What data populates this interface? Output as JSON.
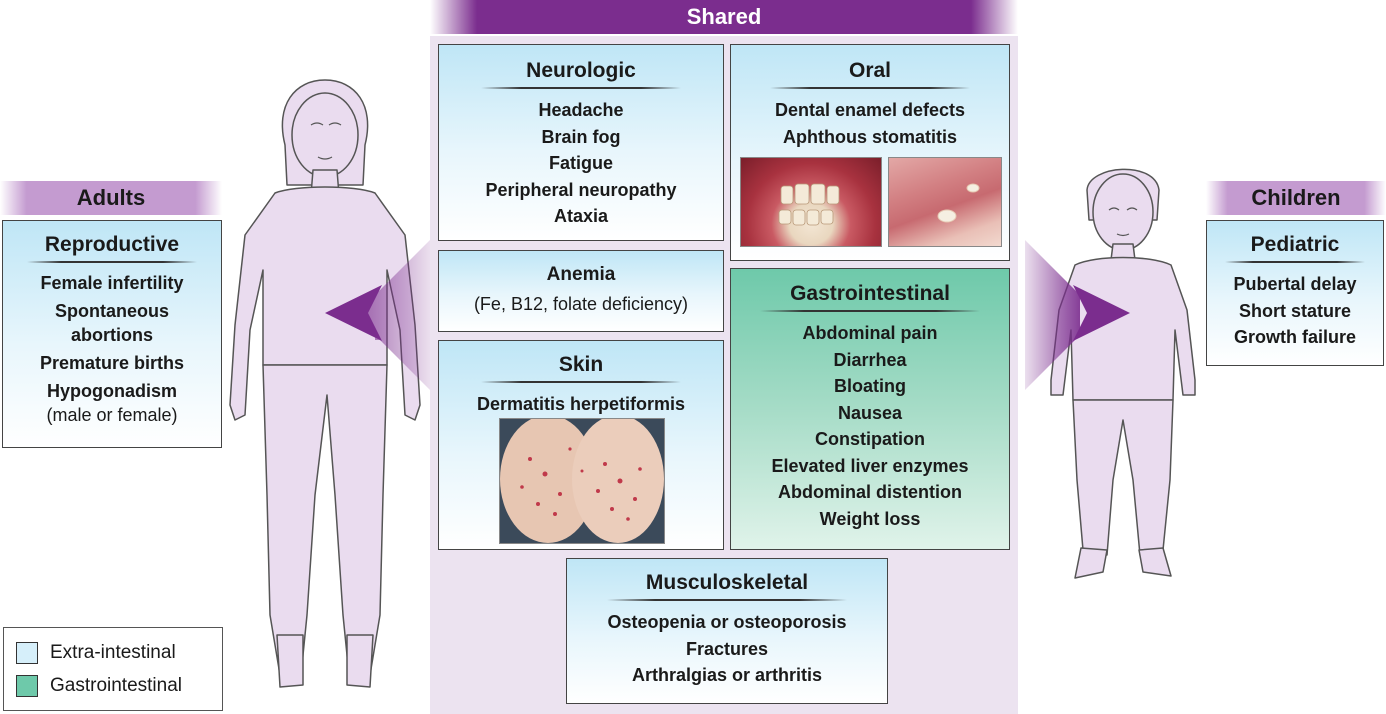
{
  "banners": {
    "shared": "Shared",
    "adults": "Adults",
    "children": "Children"
  },
  "neurologic": {
    "title": "Neurologic",
    "items": [
      "Headache",
      "Brain fog",
      "Fatigue",
      "Peripheral neuropathy",
      "Ataxia"
    ]
  },
  "oral": {
    "title": "Oral",
    "items": [
      "Dental enamel defects",
      "Aphthous stomatitis"
    ]
  },
  "anemia": {
    "title": "Anemia",
    "detail": "(Fe, B12, folate deficiency)"
  },
  "skin": {
    "title": "Skin",
    "items": [
      "Dermatitis herpetiformis"
    ]
  },
  "gastrointestinal": {
    "title": "Gastrointestinal",
    "items": [
      "Abdominal pain",
      "Diarrhea",
      "Bloating",
      "Nausea",
      "Constipation",
      "Elevated liver enzymes",
      "Abdominal distention",
      "Weight loss"
    ]
  },
  "musculoskeletal": {
    "title": "Musculoskeletal",
    "items": [
      "Osteopenia or osteoporosis",
      "Fractures",
      "Arthralgias or arthritis"
    ]
  },
  "reproductive": {
    "title": "Reproductive",
    "items": [
      "Female infertility",
      "Spontaneous",
      "abortions",
      "Premature births",
      "Hypogonadism"
    ],
    "note": "(male or female)"
  },
  "pediatric": {
    "title": "Pediatric",
    "items": [
      "Pubertal delay",
      "Short stature",
      "Growth failure"
    ]
  },
  "legend": {
    "extra": "Extra-intestinal",
    "gi": "Gastrointestinal"
  },
  "colors": {
    "banner": "#7b2d8e",
    "side_banner": "#c49bd0",
    "figure_fill": "#eadcef",
    "arrow": "#7b2d8e",
    "extra_intestinal": "#bfe6f6",
    "gastrointestinal": "#6ec9aa",
    "panel": "#ece3f0"
  }
}
